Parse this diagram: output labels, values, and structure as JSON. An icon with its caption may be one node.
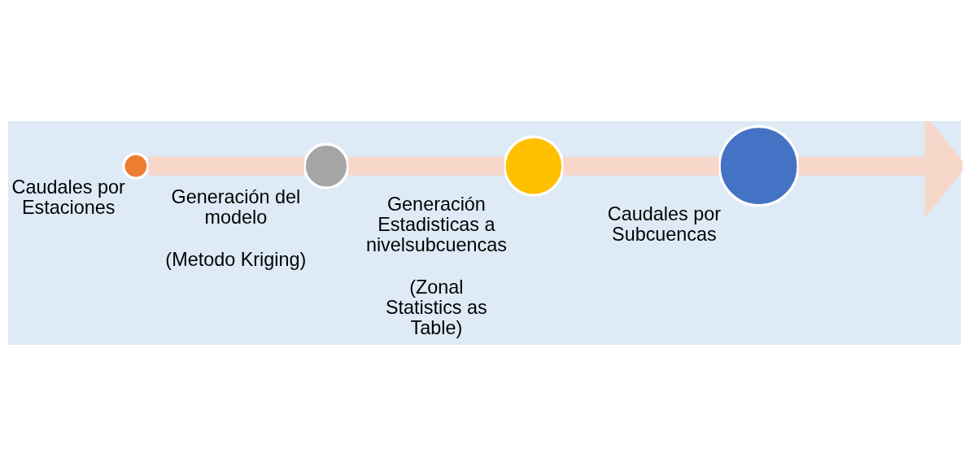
{
  "diagram": {
    "nodes": [
      {
        "text": [],
        "shape": "circle",
        "beside": [
          "Caudales por Estaciones"
        ]
      },
      {
        "text": [],
        "shape": "circle",
        "beside": [
          "Generación del modelo",
          "(Metodo Kriging)"
        ]
      },
      {
        "text": [],
        "shape": "circle",
        "beside": [
          "Generación Estadisticas a nivelsubcuencas",
          "(Zonal Statistics as Table)"
        ]
      },
      {
        "text": [],
        "shape": "circle",
        "beside": [
          "Caudales por Subcuencas"
        ]
      }
    ],
    "edges": [
      {
        "from": 0,
        "to": 1,
        "arrow": "none"
      },
      {
        "from": 1,
        "to": 2,
        "arrow": "none"
      },
      {
        "from": 2,
        "to": 3,
        "arrow": "none"
      },
      {
        "from": 3,
        "to": null,
        "arrow": "to"
      }
    ]
  }
}
